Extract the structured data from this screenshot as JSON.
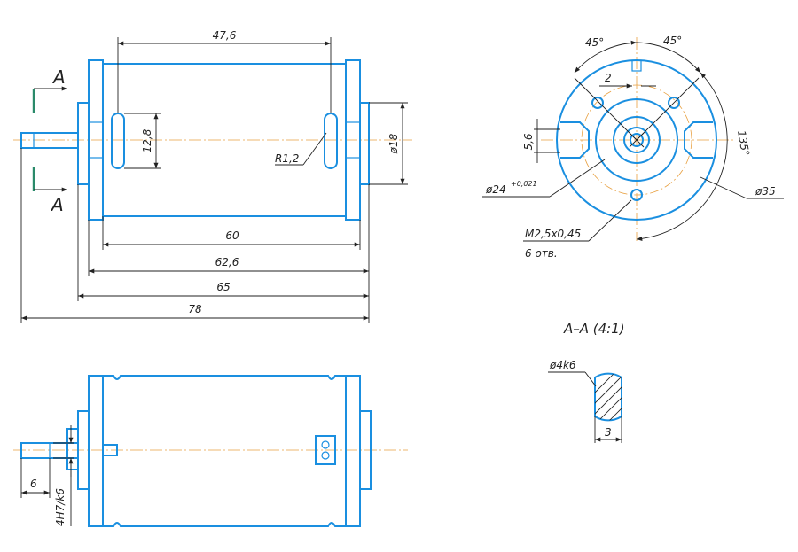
{
  "front_view": {
    "dim_47_6": "47,6",
    "dim_12_8": "12,8",
    "dim_r1_2": "R1,2",
    "dim_d18": "ø18",
    "dim_60": "60",
    "dim_62_6": "62,6",
    "dim_65": "65",
    "dim_78": "78",
    "section_mark_top": "A",
    "section_mark_bottom": "A"
  },
  "end_view": {
    "angle_left": "45°",
    "angle_right": "45°",
    "dim_2": "2",
    "dim_5_6": "5,6",
    "angle_135": "135°",
    "dim_d24": "ø24",
    "dim_d24_tol": "+0,021",
    "dim_d35": "ø35",
    "thread_note": "M2,5x0,45",
    "thread_count": "6 отв."
  },
  "section_view": {
    "title": "A–A (4:1)",
    "dim_shaft": "ø4k6",
    "dim_flat": "3"
  },
  "bottom_view": {
    "dim_6": "6",
    "dim_fit": "4H7/k6"
  },
  "colors": {
    "part": "#1a8fe0",
    "dimension": "#222222",
    "centerline": "#e8a040",
    "section_mark": "#2a8a6a"
  }
}
